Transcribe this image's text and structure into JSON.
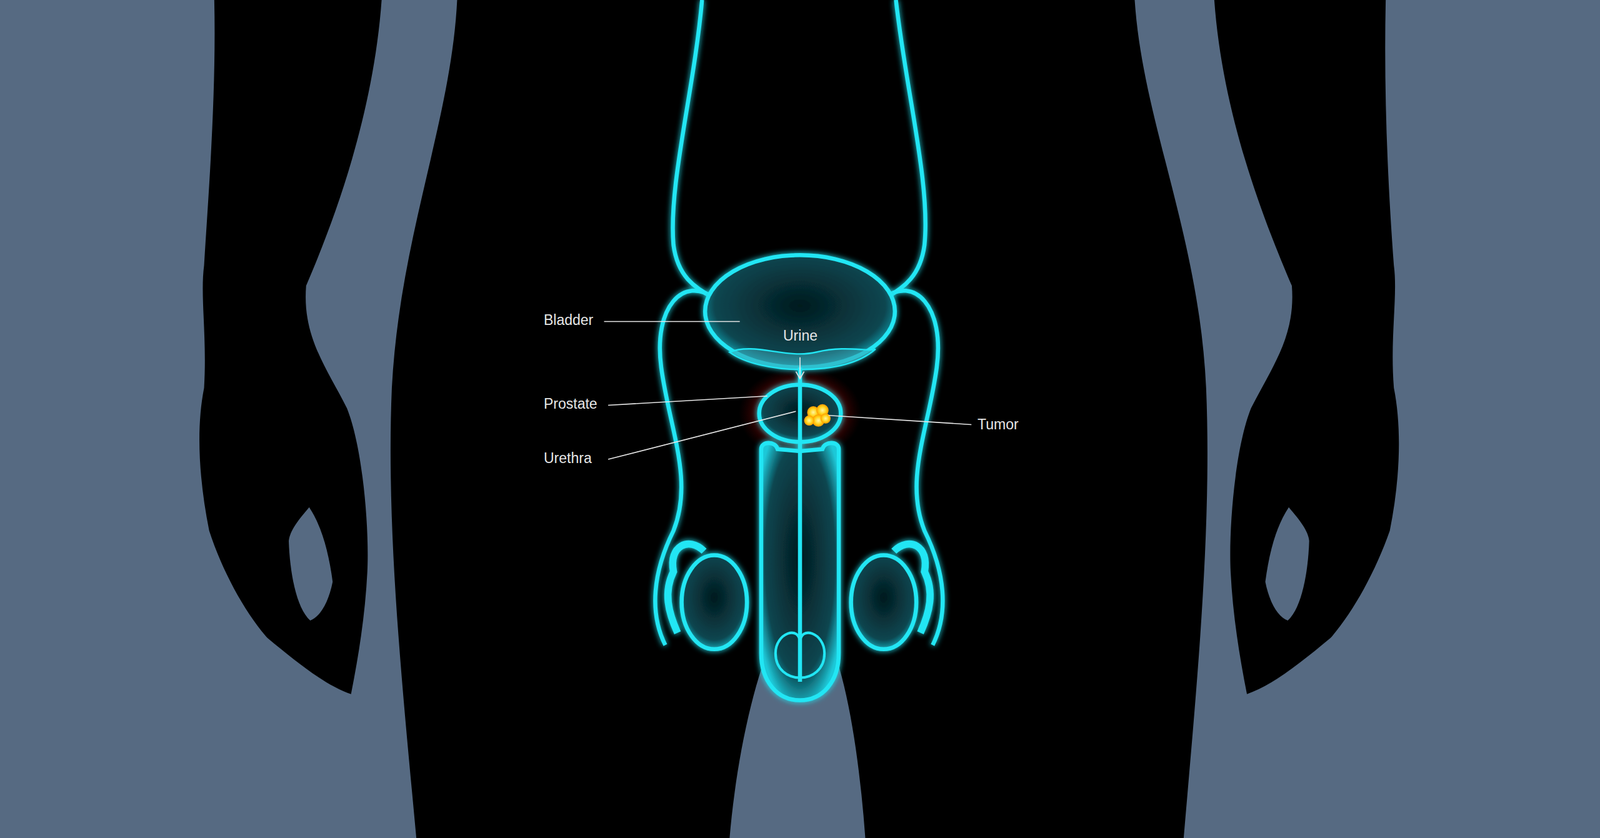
{
  "diagram": {
    "labels": [
      "Bladder",
      "Urine",
      "Prostate",
      "Urethra",
      "Tumor"
    ]
  }
}
